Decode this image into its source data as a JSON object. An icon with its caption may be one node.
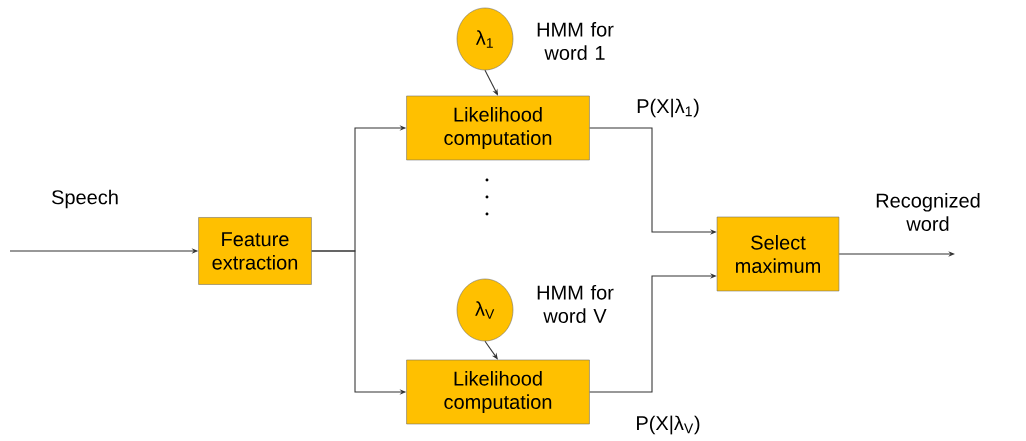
{
  "diagram": {
    "nodes": [
      {
        "text": [
          "Feature extraction"
        ]
      },
      {
        "text": [
          "Likelihood computation"
        ]
      },
      {
        "text": [
          "Likelihood computation"
        ]
      },
      {
        "text": [
          "Select maximum"
        ]
      },
      {
        "text": [
          "λ$_{1}$"
        ],
        "beside": [
          "HMM for word 1"
        ]
      },
      {
        "text": [
          "λ$_{V}$"
        ],
        "beside": [
          "HMM for word V"
        ]
      }
    ],
    "edges": [
      {
        "from": null,
        "to": 0,
        "arrow": "to",
        "label": "Speech"
      },
      {
        "from": 0,
        "to": 1,
        "arrow": "to"
      },
      {
        "from": 0,
        "to": 2,
        "arrow": "to"
      },
      {
        "from": 4,
        "to": 1,
        "arrow": "to"
      },
      {
        "from": 5,
        "to": 2,
        "arrow": "to"
      },
      {
        "from": 1,
        "to": 3,
        "arrow": "to",
        "label": "P(X|λ$_{1}$)"
      },
      {
        "from": 2,
        "to": 3,
        "arrow": "to",
        "label": "P(X|λ$_{V}$)"
      },
      {
        "from": 3,
        "to": null,
        "arrow": "to",
        "label": "Recognized word"
      }
    ]
  }
}
